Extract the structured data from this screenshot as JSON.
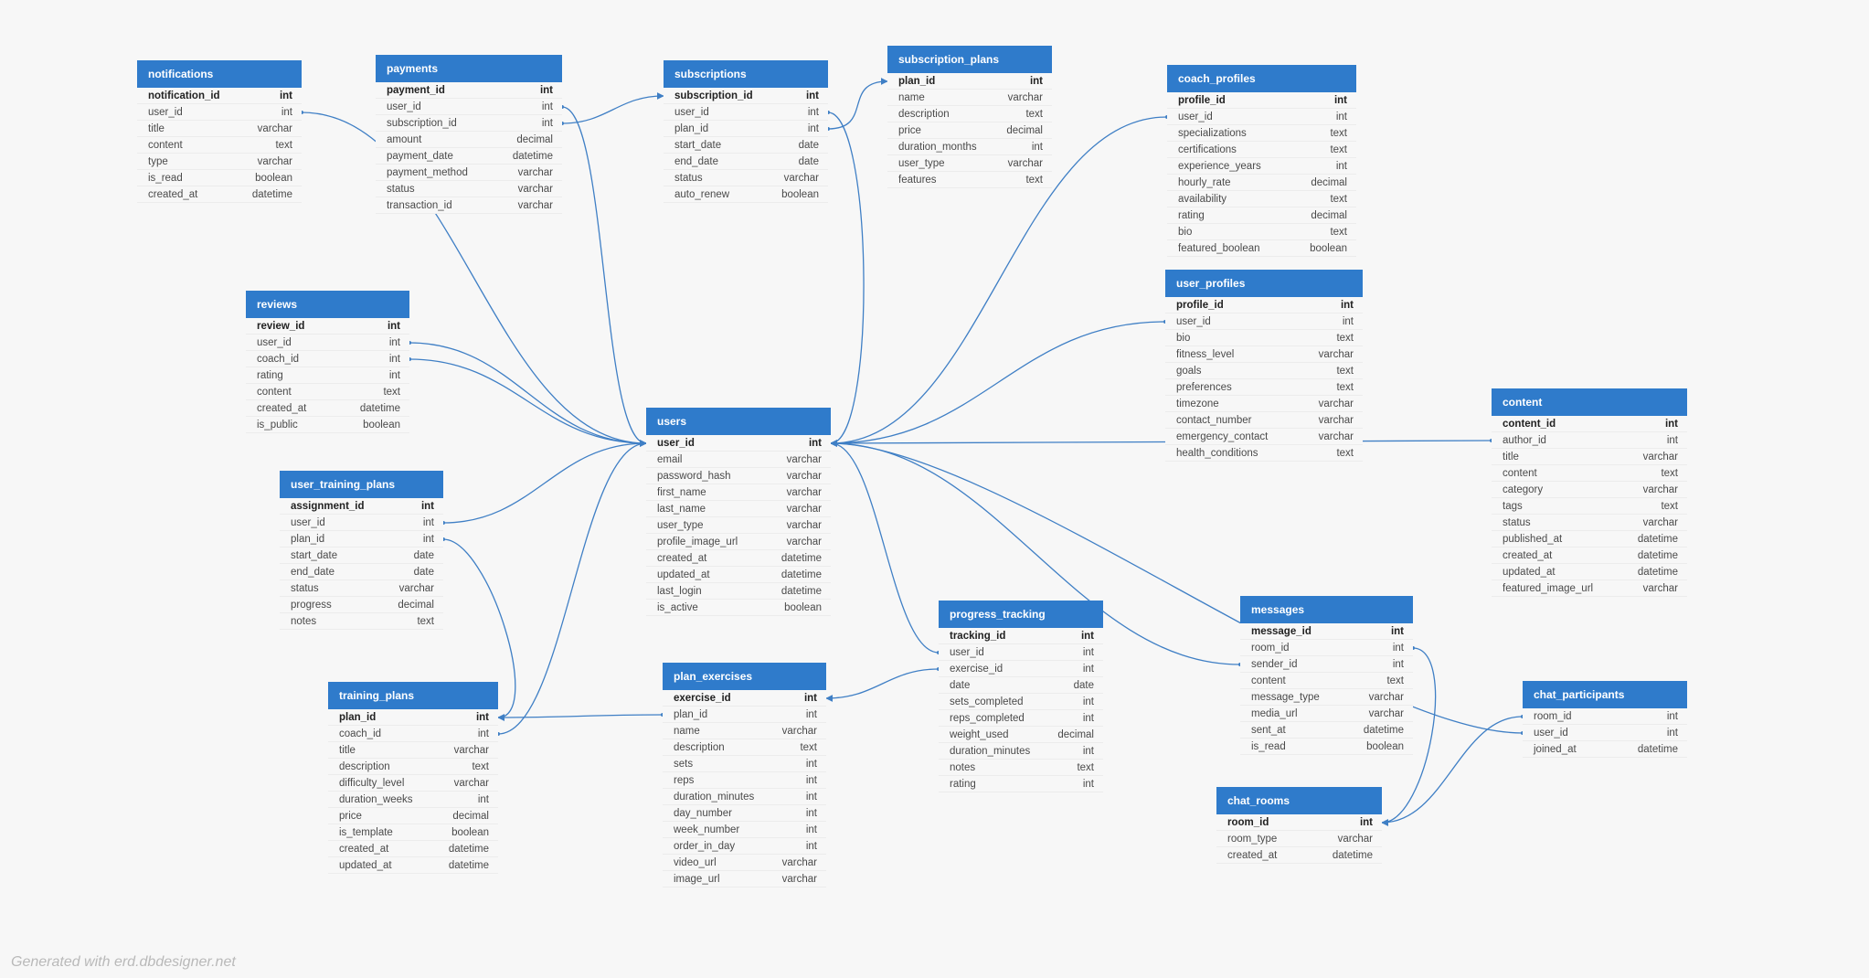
{
  "footer": "Generated with erd.dbdesigner.net",
  "colors": {
    "header": "#2f7bcb",
    "line": "#3f7fc5",
    "background": "#f7f7f7"
  },
  "tables": [
    {
      "key": "notifications",
      "name": "notifications",
      "fields": [
        {
          "name": "notification_id",
          "type": "int",
          "pk": true
        },
        {
          "name": "user_id",
          "type": "int"
        },
        {
          "name": "title",
          "type": "varchar"
        },
        {
          "name": "content",
          "type": "text"
        },
        {
          "name": "type",
          "type": "varchar"
        },
        {
          "name": "is_read",
          "type": "boolean"
        },
        {
          "name": "created_at",
          "type": "datetime"
        }
      ]
    },
    {
      "key": "payments",
      "name": "payments",
      "fields": [
        {
          "name": "payment_id",
          "type": "int",
          "pk": true
        },
        {
          "name": "user_id",
          "type": "int"
        },
        {
          "name": "subscription_id",
          "type": "int"
        },
        {
          "name": "amount",
          "type": "decimal"
        },
        {
          "name": "payment_date",
          "type": "datetime"
        },
        {
          "name": "payment_method",
          "type": "varchar"
        },
        {
          "name": "status",
          "type": "varchar"
        },
        {
          "name": "transaction_id",
          "type": "varchar"
        }
      ]
    },
    {
      "key": "subscriptions",
      "name": "subscriptions",
      "fields": [
        {
          "name": "subscription_id",
          "type": "int",
          "pk": true
        },
        {
          "name": "user_id",
          "type": "int"
        },
        {
          "name": "plan_id",
          "type": "int"
        },
        {
          "name": "start_date",
          "type": "date"
        },
        {
          "name": "end_date",
          "type": "date"
        },
        {
          "name": "status",
          "type": "varchar"
        },
        {
          "name": "auto_renew",
          "type": "boolean"
        }
      ]
    },
    {
      "key": "subscription_plans",
      "name": "subscription_plans",
      "fields": [
        {
          "name": "plan_id",
          "type": "int",
          "pk": true
        },
        {
          "name": "name",
          "type": "varchar"
        },
        {
          "name": "description",
          "type": "text"
        },
        {
          "name": "price",
          "type": "decimal"
        },
        {
          "name": "duration_months",
          "type": "int"
        },
        {
          "name": "user_type",
          "type": "varchar"
        },
        {
          "name": "features",
          "type": "text"
        }
      ]
    },
    {
      "key": "coach_profiles",
      "name": "coach_profiles",
      "fields": [
        {
          "name": "profile_id",
          "type": "int",
          "pk": true
        },
        {
          "name": "user_id",
          "type": "int"
        },
        {
          "name": "specializations",
          "type": "text"
        },
        {
          "name": "certifications",
          "type": "text"
        },
        {
          "name": "experience_years",
          "type": "int"
        },
        {
          "name": "hourly_rate",
          "type": "decimal"
        },
        {
          "name": "availability",
          "type": "text"
        },
        {
          "name": "rating",
          "type": "decimal"
        },
        {
          "name": "bio",
          "type": "text"
        },
        {
          "name": "featured_boolean",
          "type": "boolean"
        }
      ]
    },
    {
      "key": "user_profiles",
      "name": "user_profiles",
      "fields": [
        {
          "name": "profile_id",
          "type": "int",
          "pk": true
        },
        {
          "name": "user_id",
          "type": "int"
        },
        {
          "name": "bio",
          "type": "text"
        },
        {
          "name": "fitness_level",
          "type": "varchar"
        },
        {
          "name": "goals",
          "type": "text"
        },
        {
          "name": "preferences",
          "type": "text"
        },
        {
          "name": "timezone",
          "type": "varchar"
        },
        {
          "name": "contact_number",
          "type": "varchar"
        },
        {
          "name": "emergency_contact",
          "type": "varchar"
        },
        {
          "name": "health_conditions",
          "type": "text"
        }
      ]
    },
    {
      "key": "content",
      "name": "content",
      "fields": [
        {
          "name": "content_id",
          "type": "int",
          "pk": true
        },
        {
          "name": "author_id",
          "type": "int"
        },
        {
          "name": "title",
          "type": "varchar"
        },
        {
          "name": "content",
          "type": "text"
        },
        {
          "name": "category",
          "type": "varchar"
        },
        {
          "name": "tags",
          "type": "text"
        },
        {
          "name": "status",
          "type": "varchar"
        },
        {
          "name": "published_at",
          "type": "datetime"
        },
        {
          "name": "created_at",
          "type": "datetime"
        },
        {
          "name": "updated_at",
          "type": "datetime"
        },
        {
          "name": "featured_image_url",
          "type": "varchar"
        }
      ]
    },
    {
      "key": "reviews",
      "name": "reviews",
      "fields": [
        {
          "name": "review_id",
          "type": "int",
          "pk": true
        },
        {
          "name": "user_id",
          "type": "int"
        },
        {
          "name": "coach_id",
          "type": "int"
        },
        {
          "name": "rating",
          "type": "int"
        },
        {
          "name": "content",
          "type": "text"
        },
        {
          "name": "created_at",
          "type": "datetime"
        },
        {
          "name": "is_public",
          "type": "boolean"
        }
      ]
    },
    {
      "key": "users",
      "name": "users",
      "fields": [
        {
          "name": "user_id",
          "type": "int",
          "pk": true
        },
        {
          "name": "email",
          "type": "varchar"
        },
        {
          "name": "password_hash",
          "type": "varchar"
        },
        {
          "name": "first_name",
          "type": "varchar"
        },
        {
          "name": "last_name",
          "type": "varchar"
        },
        {
          "name": "user_type",
          "type": "varchar"
        },
        {
          "name": "profile_image_url",
          "type": "varchar"
        },
        {
          "name": "created_at",
          "type": "datetime"
        },
        {
          "name": "updated_at",
          "type": "datetime"
        },
        {
          "name": "last_login",
          "type": "datetime"
        },
        {
          "name": "is_active",
          "type": "boolean"
        }
      ]
    },
    {
      "key": "user_training_plans",
      "name": "user_training_plans",
      "fields": [
        {
          "name": "assignment_id",
          "type": "int",
          "pk": true
        },
        {
          "name": "user_id",
          "type": "int"
        },
        {
          "name": "plan_id",
          "type": "int"
        },
        {
          "name": "start_date",
          "type": "date"
        },
        {
          "name": "end_date",
          "type": "date"
        },
        {
          "name": "status",
          "type": "varchar"
        },
        {
          "name": "progress",
          "type": "decimal"
        },
        {
          "name": "notes",
          "type": "text"
        }
      ]
    },
    {
      "key": "progress_tracking",
      "name": "progress_tracking",
      "fields": [
        {
          "name": "tracking_id",
          "type": "int",
          "pk": true
        },
        {
          "name": "user_id",
          "type": "int"
        },
        {
          "name": "exercise_id",
          "type": "int"
        },
        {
          "name": "date",
          "type": "date"
        },
        {
          "name": "sets_completed",
          "type": "int"
        },
        {
          "name": "reps_completed",
          "type": "int"
        },
        {
          "name": "weight_used",
          "type": "decimal"
        },
        {
          "name": "duration_minutes",
          "type": "int"
        },
        {
          "name": "notes",
          "type": "text"
        },
        {
          "name": "rating",
          "type": "int"
        }
      ]
    },
    {
      "key": "messages",
      "name": "messages",
      "fields": [
        {
          "name": "message_id",
          "type": "int",
          "pk": true
        },
        {
          "name": "room_id",
          "type": "int"
        },
        {
          "name": "sender_id",
          "type": "int"
        },
        {
          "name": "content",
          "type": "text"
        },
        {
          "name": "message_type",
          "type": "varchar"
        },
        {
          "name": "media_url",
          "type": "varchar"
        },
        {
          "name": "sent_at",
          "type": "datetime"
        },
        {
          "name": "is_read",
          "type": "boolean"
        }
      ]
    },
    {
      "key": "plan_exercises",
      "name": "plan_exercises",
      "fields": [
        {
          "name": "exercise_id",
          "type": "int",
          "pk": true
        },
        {
          "name": "plan_id",
          "type": "int"
        },
        {
          "name": "name",
          "type": "varchar"
        },
        {
          "name": "description",
          "type": "text"
        },
        {
          "name": "sets",
          "type": "int"
        },
        {
          "name": "reps",
          "type": "int"
        },
        {
          "name": "duration_minutes",
          "type": "int"
        },
        {
          "name": "day_number",
          "type": "int"
        },
        {
          "name": "week_number",
          "type": "int"
        },
        {
          "name": "order_in_day",
          "type": "int"
        },
        {
          "name": "video_url",
          "type": "varchar"
        },
        {
          "name": "image_url",
          "type": "varchar"
        }
      ]
    },
    {
      "key": "training_plans",
      "name": "training_plans",
      "fields": [
        {
          "name": "plan_id",
          "type": "int",
          "pk": true
        },
        {
          "name": "coach_id",
          "type": "int"
        },
        {
          "name": "title",
          "type": "varchar"
        },
        {
          "name": "description",
          "type": "text"
        },
        {
          "name": "difficulty_level",
          "type": "varchar"
        },
        {
          "name": "duration_weeks",
          "type": "int"
        },
        {
          "name": "price",
          "type": "decimal"
        },
        {
          "name": "is_template",
          "type": "boolean"
        },
        {
          "name": "created_at",
          "type": "datetime"
        },
        {
          "name": "updated_at",
          "type": "datetime"
        }
      ]
    },
    {
      "key": "chat_participants",
      "name": "chat_participants",
      "fields": [
        {
          "name": "room_id",
          "type": "int"
        },
        {
          "name": "user_id",
          "type": "int"
        },
        {
          "name": "joined_at",
          "type": "datetime"
        }
      ]
    },
    {
      "key": "chat_rooms",
      "name": "chat_rooms",
      "fields": [
        {
          "name": "room_id",
          "type": "int",
          "pk": true
        },
        {
          "name": "room_type",
          "type": "varchar"
        },
        {
          "name": "created_at",
          "type": "datetime"
        }
      ]
    }
  ],
  "relationships": [
    {
      "from": "notifications.user_id",
      "to": "users.user_id"
    },
    {
      "from": "payments.user_id",
      "to": "users.user_id"
    },
    {
      "from": "payments.subscription_id",
      "to": "subscriptions.subscription_id"
    },
    {
      "from": "subscriptions.user_id",
      "to": "users.user_id"
    },
    {
      "from": "subscriptions.plan_id",
      "to": "subscription_plans.plan_id"
    },
    {
      "from": "coach_profiles.user_id",
      "to": "users.user_id"
    },
    {
      "from": "user_profiles.user_id",
      "to": "users.user_id"
    },
    {
      "from": "content.author_id",
      "to": "users.user_id"
    },
    {
      "from": "reviews.user_id",
      "to": "users.user_id"
    },
    {
      "from": "reviews.coach_id",
      "to": "users.user_id"
    },
    {
      "from": "user_training_plans.user_id",
      "to": "users.user_id"
    },
    {
      "from": "user_training_plans.plan_id",
      "to": "training_plans.plan_id"
    },
    {
      "from": "training_plans.coach_id",
      "to": "users.user_id"
    },
    {
      "from": "plan_exercises.plan_id",
      "to": "training_plans.plan_id"
    },
    {
      "from": "progress_tracking.user_id",
      "to": "users.user_id"
    },
    {
      "from": "progress_tracking.exercise_id",
      "to": "plan_exercises.exercise_id"
    },
    {
      "from": "messages.sender_id",
      "to": "users.user_id"
    },
    {
      "from": "messages.room_id",
      "to": "chat_rooms.room_id"
    },
    {
      "from": "chat_participants.room_id",
      "to": "chat_rooms.room_id"
    },
    {
      "from": "chat_participants.user_id",
      "to": "users.user_id"
    }
  ]
}
